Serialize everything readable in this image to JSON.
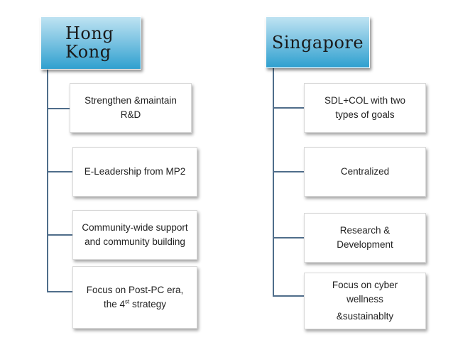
{
  "hong_kong": {
    "title_line1": "Hong",
    "title_line2": "Kong",
    "items": [
      "Strengthen &maintain R&D",
      "E-Leadership from MP2",
      "Community-wide support and community building"
    ],
    "item4": {
      "pre": "Focus on Post-PC era, the 4",
      "sup": "st",
      "post": " strategy"
    }
  },
  "singapore": {
    "title": "Singapore",
    "items": [
      "SDL+COL with two types of goals",
      "Centralized",
      "Research & Development",
      "Focus on cyber wellness",
      "&sustainablty"
    ]
  },
  "colors": {
    "header_top": "#bfe3f2",
    "header_bottom": "#2fa0cf",
    "connector": "#4f6d8a"
  }
}
